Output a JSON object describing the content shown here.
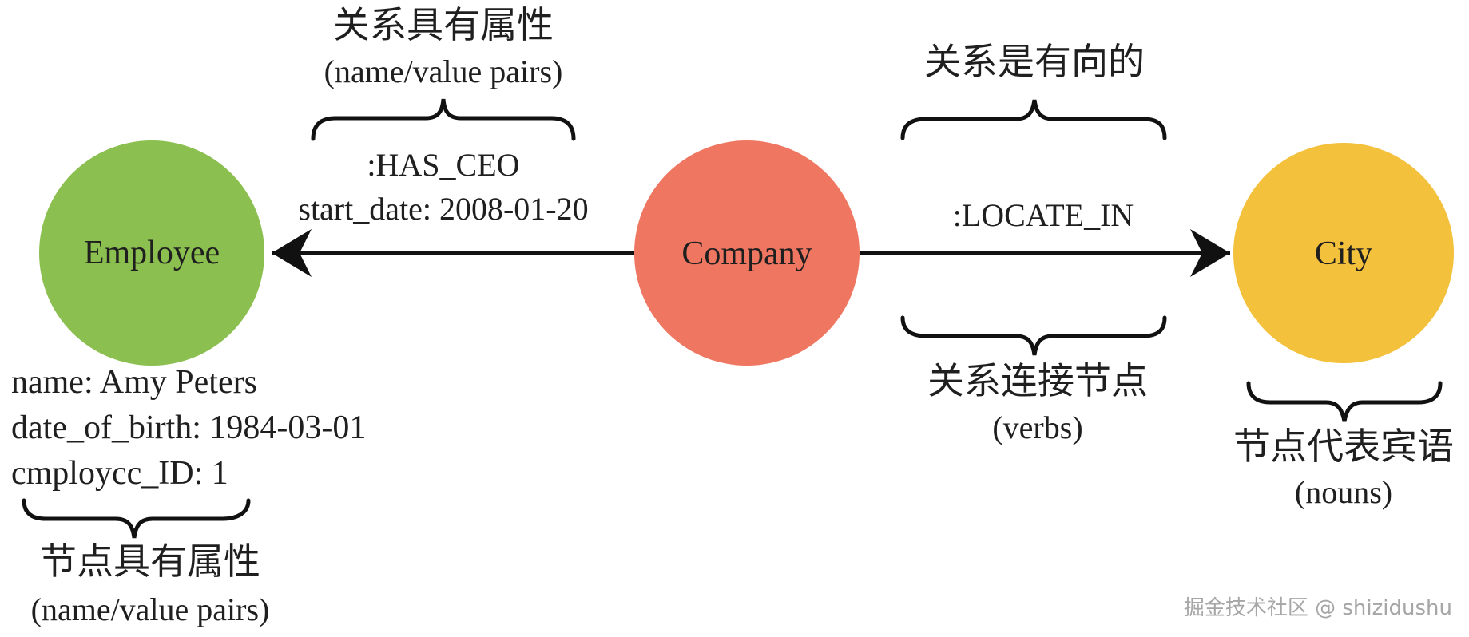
{
  "colors": {
    "employee": "#8bbf4f",
    "company": "#ef7761",
    "city": "#f3c13c",
    "text": "#1f1f1f",
    "line": "#111111",
    "watermark": "#a6a6a6"
  },
  "nodes": {
    "employee": {
      "label": "Employee",
      "properties": [
        "name: Amy Peters",
        "date_of_birth: 1984-03-01",
        "cmploycc_ID: 1"
      ],
      "caption_main": "节点具有属性",
      "caption_sub": "(name/value pairs)"
    },
    "company": {
      "label": "Company"
    },
    "city": {
      "label": "City",
      "caption_main": "节点代表宾语",
      "caption_sub": "(nouns)"
    }
  },
  "relationships": {
    "has_ceo": {
      "type_label": ":HAS_CEO",
      "property": "start_date: 2008-01-20",
      "caption_main": "关系具有属性",
      "caption_sub": "(name/value pairs)"
    },
    "locate_in": {
      "type_label": ":LOCATE_IN",
      "top_caption": "关系是有向的",
      "bottom_caption_main": "关系连接节点",
      "bottom_caption_sub": "(verbs)"
    }
  },
  "watermark": "掘金技术社区 @ shizidushu"
}
